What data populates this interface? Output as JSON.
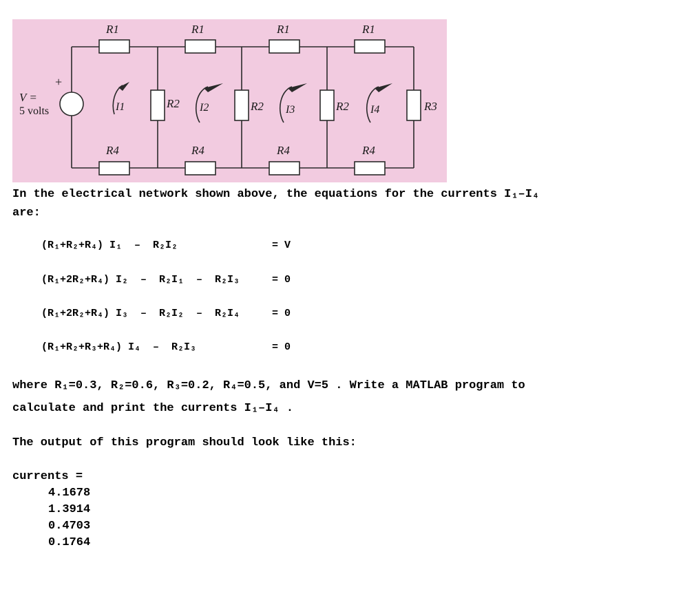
{
  "figure": {
    "background": "#f2cbe0",
    "labels": {
      "r1": "R1",
      "r2": "R2",
      "r3": "R3",
      "r4": "R4",
      "v_line1": "V =",
      "v_line2": "5 volts",
      "plus": "+",
      "i1": "I1",
      "i2": "I2",
      "i3": "I3",
      "i4": "I4"
    }
  },
  "intro": {
    "line1": "In the electrical network shown above, the equations for the currents I₁–I₄",
    "line2": "are:"
  },
  "equations": [
    {
      "lhs": "(R₁+R₂+R₄) I₁  –  R₂I₂",
      "rhs": "= V"
    },
    {
      "lhs": "(R₁+2R₂+R₄) I₂  –  R₂I₁  –  R₂I₃",
      "rhs": "= 0"
    },
    {
      "lhs": "(R₁+2R₂+R₄) I₃  –  R₂I₂  –  R₂I₄",
      "rhs": "= 0"
    },
    {
      "lhs": "(R₁+R₂+R₃+R₄) I₄  –  R₂I₃",
      "rhs": "= 0"
    }
  ],
  "where": {
    "line1": "where R₁=0.3, R₂=0.6, R₃=0.2, R₄=0.5, and V=5 . Write a MATLAB program to",
    "line2": "calculate and print the currents I₁–I₄ ."
  },
  "output_intro": "The output of this program should look like this:",
  "output": {
    "header": "currents =",
    "values": [
      "4.1678",
      "1.3914",
      "0.4703",
      "0.1764"
    ]
  }
}
